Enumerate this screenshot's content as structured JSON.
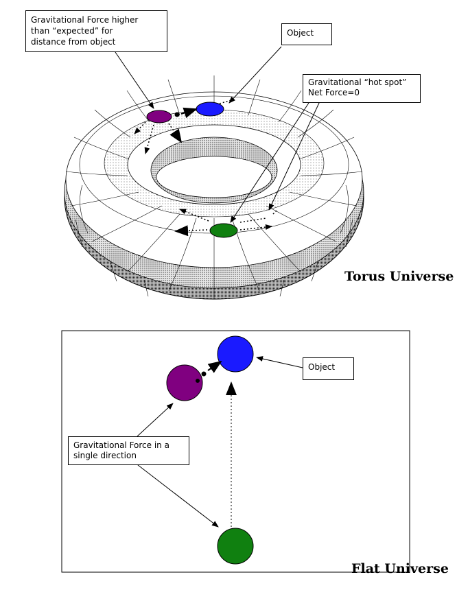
{
  "torus_section": {
    "caption": "Torus Universe",
    "callouts": {
      "higher_force": {
        "line1": "Gravitational Force higher",
        "line2": "than “expected” for",
        "line3": "distance from object"
      },
      "object": {
        "text": "Object"
      },
      "hot_spot": {
        "line1": "Gravitational  “hot spot”",
        "line2": "Net Force=0"
      }
    },
    "objects": {
      "object_color": "#1a1aff",
      "near_color": "#800080",
      "hotspot_color": "#108010"
    }
  },
  "flat_section": {
    "caption": "Flat Universe",
    "callouts": {
      "object": {
        "text": "Object"
      },
      "single_direction": {
        "line1": "Gravitational  Force in a",
        "line2": "single direction"
      }
    },
    "objects": {
      "object_color": "#1a1aff",
      "near_color": "#800080",
      "far_color": "#108010"
    }
  }
}
